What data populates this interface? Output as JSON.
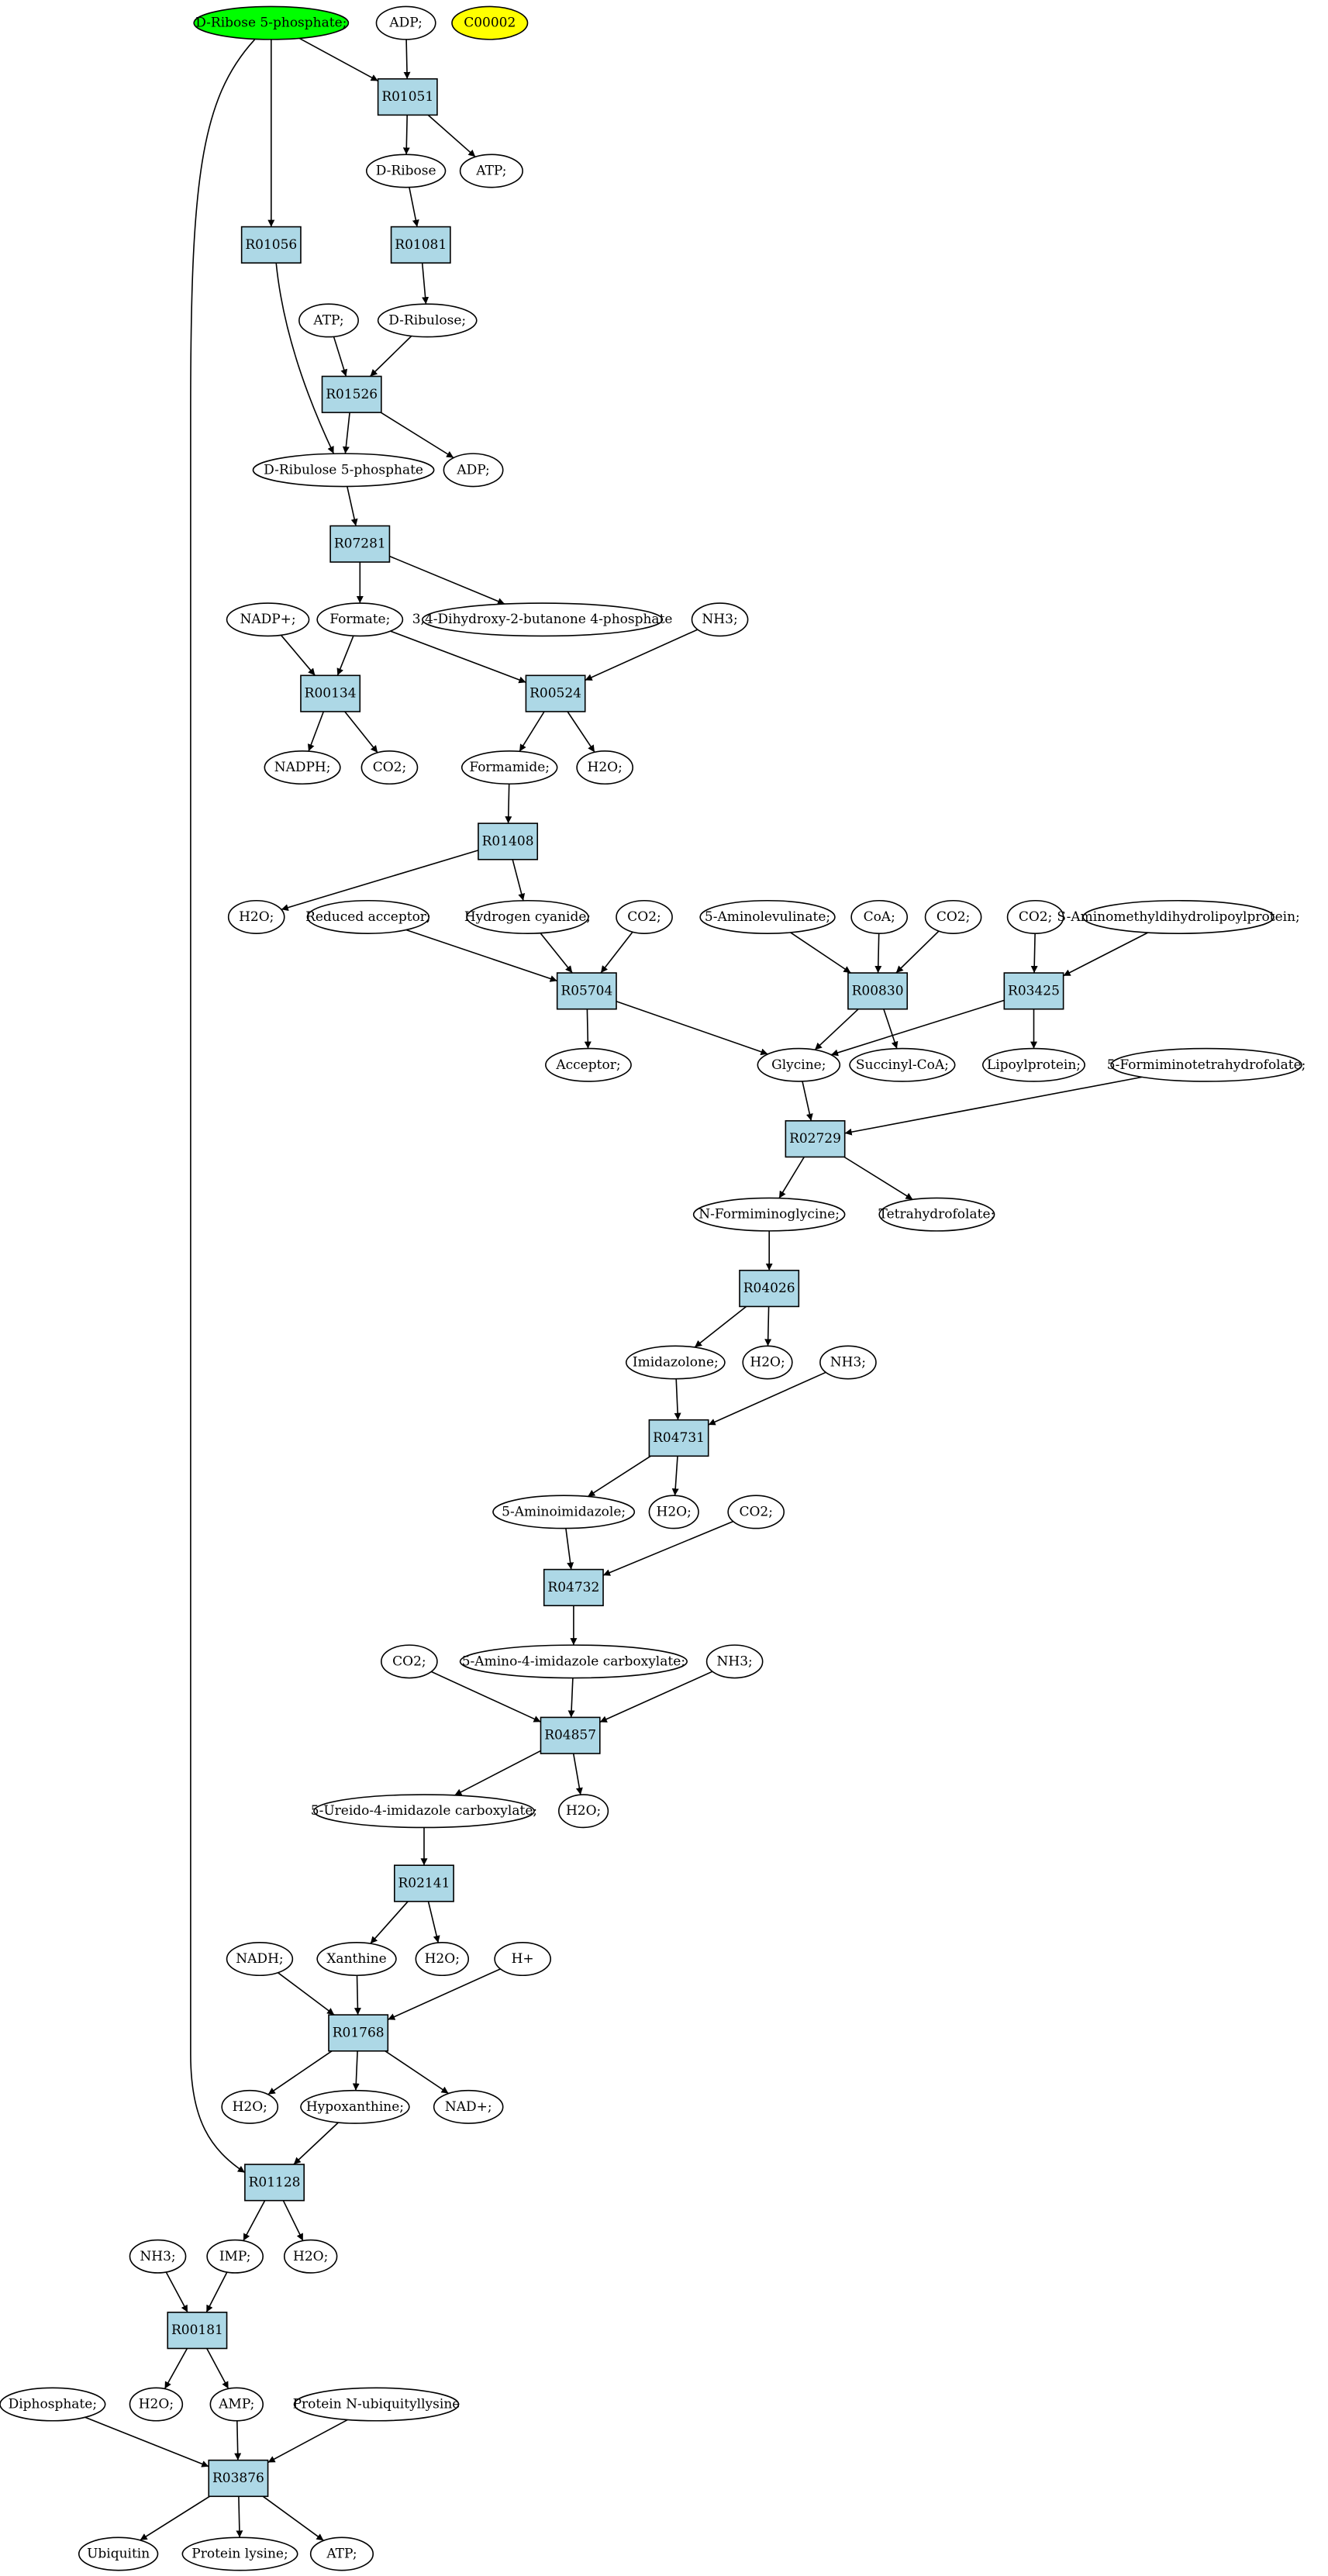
{
  "compounds": [
    {
      "id": "c0",
      "label": "D-Ribose 5-phosphate;",
      "fill": "#00ff00"
    },
    {
      "id": "c1",
      "label": "ADP;"
    },
    {
      "id": "c2",
      "label": "C00002",
      "fill": "#ffff00"
    },
    {
      "id": "c3",
      "label": "D-Ribose"
    },
    {
      "id": "c4",
      "label": "ATP;"
    },
    {
      "id": "c5",
      "label": "D-Ribulose;"
    },
    {
      "id": "c6",
      "label": "ATP;"
    },
    {
      "id": "c7",
      "label": "D-Ribulose 5-phosphate"
    },
    {
      "id": "c8",
      "label": "ADP;"
    },
    {
      "id": "c9",
      "label": "NADP+;"
    },
    {
      "id": "c10",
      "label": "Formate;"
    },
    {
      "id": "c11",
      "label": "3,4-Dihydroxy-2-butanone 4-phosphate"
    },
    {
      "id": "c12",
      "label": "NH3;"
    },
    {
      "id": "c13",
      "label": "NADPH;"
    },
    {
      "id": "c14",
      "label": "CO2;"
    },
    {
      "id": "c15",
      "label": "Formamide;"
    },
    {
      "id": "c16",
      "label": "H2O;"
    },
    {
      "id": "c17",
      "label": "H2O;"
    },
    {
      "id": "c18",
      "label": "Reduced acceptor;"
    },
    {
      "id": "c19",
      "label": "Hydrogen cyanide;"
    },
    {
      "id": "c20",
      "label": "CO2;"
    },
    {
      "id": "c21",
      "label": "5-Aminolevulinate;"
    },
    {
      "id": "c22",
      "label": "CoA;"
    },
    {
      "id": "c23",
      "label": "CO2;"
    },
    {
      "id": "c24",
      "label": "CO2;"
    },
    {
      "id": "c25",
      "label": "S-Aminomethyldihydrolipoylprotein;"
    },
    {
      "id": "c26",
      "label": "Acceptor;"
    },
    {
      "id": "c27",
      "label": "Glycine;"
    },
    {
      "id": "c28",
      "label": "Succinyl-CoA;"
    },
    {
      "id": "c29",
      "label": "Lipoylprotein;"
    },
    {
      "id": "c30",
      "label": "5-Formiminotetrahydrofolate;"
    },
    {
      "id": "c31",
      "label": "N-Formiminoglycine;"
    },
    {
      "id": "c32",
      "label": "Tetrahydrofolate;"
    },
    {
      "id": "c33",
      "label": "Imidazolone;"
    },
    {
      "id": "c34",
      "label": "H2O;"
    },
    {
      "id": "c35",
      "label": "NH3;"
    },
    {
      "id": "c36",
      "label": "5-Aminoimidazole;"
    },
    {
      "id": "c37",
      "label": "H2O;"
    },
    {
      "id": "c38",
      "label": "CO2;"
    },
    {
      "id": "c39",
      "label": "CO2;"
    },
    {
      "id": "c40",
      "label": "5-Amino-4-imidazole carboxylate;"
    },
    {
      "id": "c41",
      "label": "NH3;"
    },
    {
      "id": "c42",
      "label": "5-Ureido-4-imidazole carboxylate;"
    },
    {
      "id": "c43",
      "label": "H2O;"
    },
    {
      "id": "c44",
      "label": "NADH;"
    },
    {
      "id": "c45",
      "label": "Xanthine"
    },
    {
      "id": "c46",
      "label": "H2O;"
    },
    {
      "id": "c47",
      "label": "H+"
    },
    {
      "id": "c48",
      "label": "H2O;"
    },
    {
      "id": "c49",
      "label": "Hypoxanthine;"
    },
    {
      "id": "c50",
      "label": "NAD+;"
    },
    {
      "id": "c51",
      "label": "NH3;"
    },
    {
      "id": "c52",
      "label": "IMP;"
    },
    {
      "id": "c53",
      "label": "H2O;"
    },
    {
      "id": "c54",
      "label": "Diphosphate;"
    },
    {
      "id": "c55",
      "label": "H2O;"
    },
    {
      "id": "c56",
      "label": "AMP;"
    },
    {
      "id": "c57",
      "label": "Protein N-ubiquityllysine"
    },
    {
      "id": "c58",
      "label": "Ubiquitin"
    },
    {
      "id": "c59",
      "label": "Protein lysine;"
    },
    {
      "id": "c60",
      "label": "ATP;"
    }
  ],
  "reactions": [
    {
      "id": "R01051",
      "label": "R01051"
    },
    {
      "id": "R01056",
      "label": "R01056"
    },
    {
      "id": "R01081",
      "label": "R01081"
    },
    {
      "id": "R01526",
      "label": "R01526"
    },
    {
      "id": "R07281",
      "label": "R07281"
    },
    {
      "id": "R00134",
      "label": "R00134"
    },
    {
      "id": "R00524",
      "label": "R00524"
    },
    {
      "id": "R01408",
      "label": "R01408"
    },
    {
      "id": "R05704",
      "label": "R05704"
    },
    {
      "id": "R00830",
      "label": "R00830"
    },
    {
      "id": "R03425",
      "label": "R03425"
    },
    {
      "id": "R02729",
      "label": "R02729"
    },
    {
      "id": "R04026",
      "label": "R04026"
    },
    {
      "id": "R04731",
      "label": "R04731"
    },
    {
      "id": "R04732",
      "label": "R04732"
    },
    {
      "id": "R04857",
      "label": "R04857"
    },
    {
      "id": "R02141",
      "label": "R02141"
    },
    {
      "id": "R01768",
      "label": "R01768"
    },
    {
      "id": "R01128",
      "label": "R01128"
    },
    {
      "id": "R00181",
      "label": "R00181"
    },
    {
      "id": "R03876",
      "label": "R03876"
    }
  ],
  "edges": [
    [
      "c0",
      "R01051"
    ],
    [
      "c1",
      "R01051"
    ],
    [
      "R01051",
      "c3"
    ],
    [
      "R01051",
      "c4"
    ],
    [
      "c0",
      "R01056"
    ],
    [
      "c3",
      "R01081"
    ],
    [
      "R01081",
      "c5"
    ],
    [
      "c6",
      "R01526"
    ],
    [
      "c5",
      "R01526"
    ],
    [
      "R01526",
      "c7"
    ],
    [
      "R01526",
      "c8"
    ],
    [
      "R01056",
      "c7"
    ],
    [
      "c7",
      "R07281"
    ],
    [
      "R07281",
      "c10"
    ],
    [
      "R07281",
      "c11"
    ],
    [
      "c9",
      "R00134"
    ],
    [
      "c10",
      "R00134"
    ],
    [
      "R00134",
      "c13"
    ],
    [
      "R00134",
      "c14"
    ],
    [
      "c10",
      "R00524"
    ],
    [
      "c12",
      "R00524"
    ],
    [
      "R00524",
      "c15"
    ],
    [
      "R00524",
      "c16"
    ],
    [
      "c15",
      "R01408"
    ],
    [
      "R01408",
      "c17"
    ],
    [
      "R01408",
      "c19"
    ],
    [
      "c18",
      "R05704"
    ],
    [
      "c19",
      "R05704"
    ],
    [
      "c20",
      "R05704"
    ],
    [
      "R05704",
      "c26"
    ],
    [
      "R05704",
      "c27"
    ],
    [
      "c21",
      "R00830"
    ],
    [
      "c22",
      "R00830"
    ],
    [
      "c23",
      "R00830"
    ],
    [
      "R00830",
      "c27"
    ],
    [
      "R00830",
      "c28"
    ],
    [
      "c24",
      "R03425"
    ],
    [
      "c25",
      "R03425"
    ],
    [
      "R03425",
      "c27"
    ],
    [
      "R03425",
      "c29"
    ],
    [
      "c27",
      "R02729"
    ],
    [
      "c30",
      "R02729"
    ],
    [
      "R02729",
      "c31"
    ],
    [
      "R02729",
      "c32"
    ],
    [
      "c31",
      "R04026"
    ],
    [
      "R04026",
      "c33"
    ],
    [
      "R04026",
      "c34"
    ],
    [
      "c33",
      "R04731"
    ],
    [
      "c35",
      "R04731"
    ],
    [
      "R04731",
      "c36"
    ],
    [
      "R04731",
      "c37"
    ],
    [
      "c36",
      "R04732"
    ],
    [
      "c38",
      "R04732"
    ],
    [
      "R04732",
      "c40"
    ],
    [
      "c39",
      "R04857"
    ],
    [
      "c40",
      "R04857"
    ],
    [
      "c41",
      "R04857"
    ],
    [
      "R04857",
      "c42"
    ],
    [
      "R04857",
      "c43"
    ],
    [
      "c42",
      "R02141"
    ],
    [
      "R02141",
      "c45"
    ],
    [
      "R02141",
      "c46"
    ],
    [
      "c44",
      "R01768"
    ],
    [
      "c45",
      "R01768"
    ],
    [
      "c47",
      "R01768"
    ],
    [
      "R01768",
      "c48"
    ],
    [
      "R01768",
      "c49"
    ],
    [
      "R01768",
      "c50"
    ],
    [
      "c0",
      "R01128"
    ],
    [
      "c49",
      "R01128"
    ],
    [
      "R01128",
      "c52"
    ],
    [
      "R01128",
      "c53"
    ],
    [
      "c51",
      "R00181"
    ],
    [
      "c52",
      "R00181"
    ],
    [
      "R00181",
      "c55"
    ],
    [
      "R00181",
      "c56"
    ],
    [
      "c54",
      "R03876"
    ],
    [
      "c56",
      "R03876"
    ],
    [
      "c57",
      "R03876"
    ],
    [
      "R03876",
      "c58"
    ],
    [
      "R03876",
      "c59"
    ],
    [
      "R03876",
      "c60"
    ]
  ]
}
